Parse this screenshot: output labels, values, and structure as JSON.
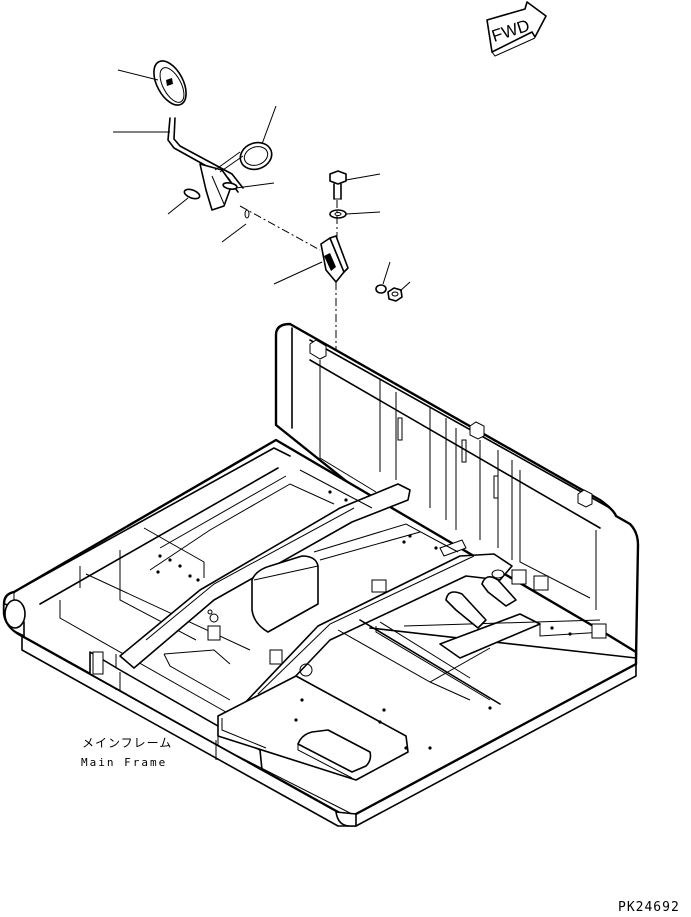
{
  "fwd_mark": "FWD",
  "main_frame": {
    "label_jp": "メインフレーム",
    "label_en": "Main Frame"
  },
  "drawing_number": "PK24692"
}
